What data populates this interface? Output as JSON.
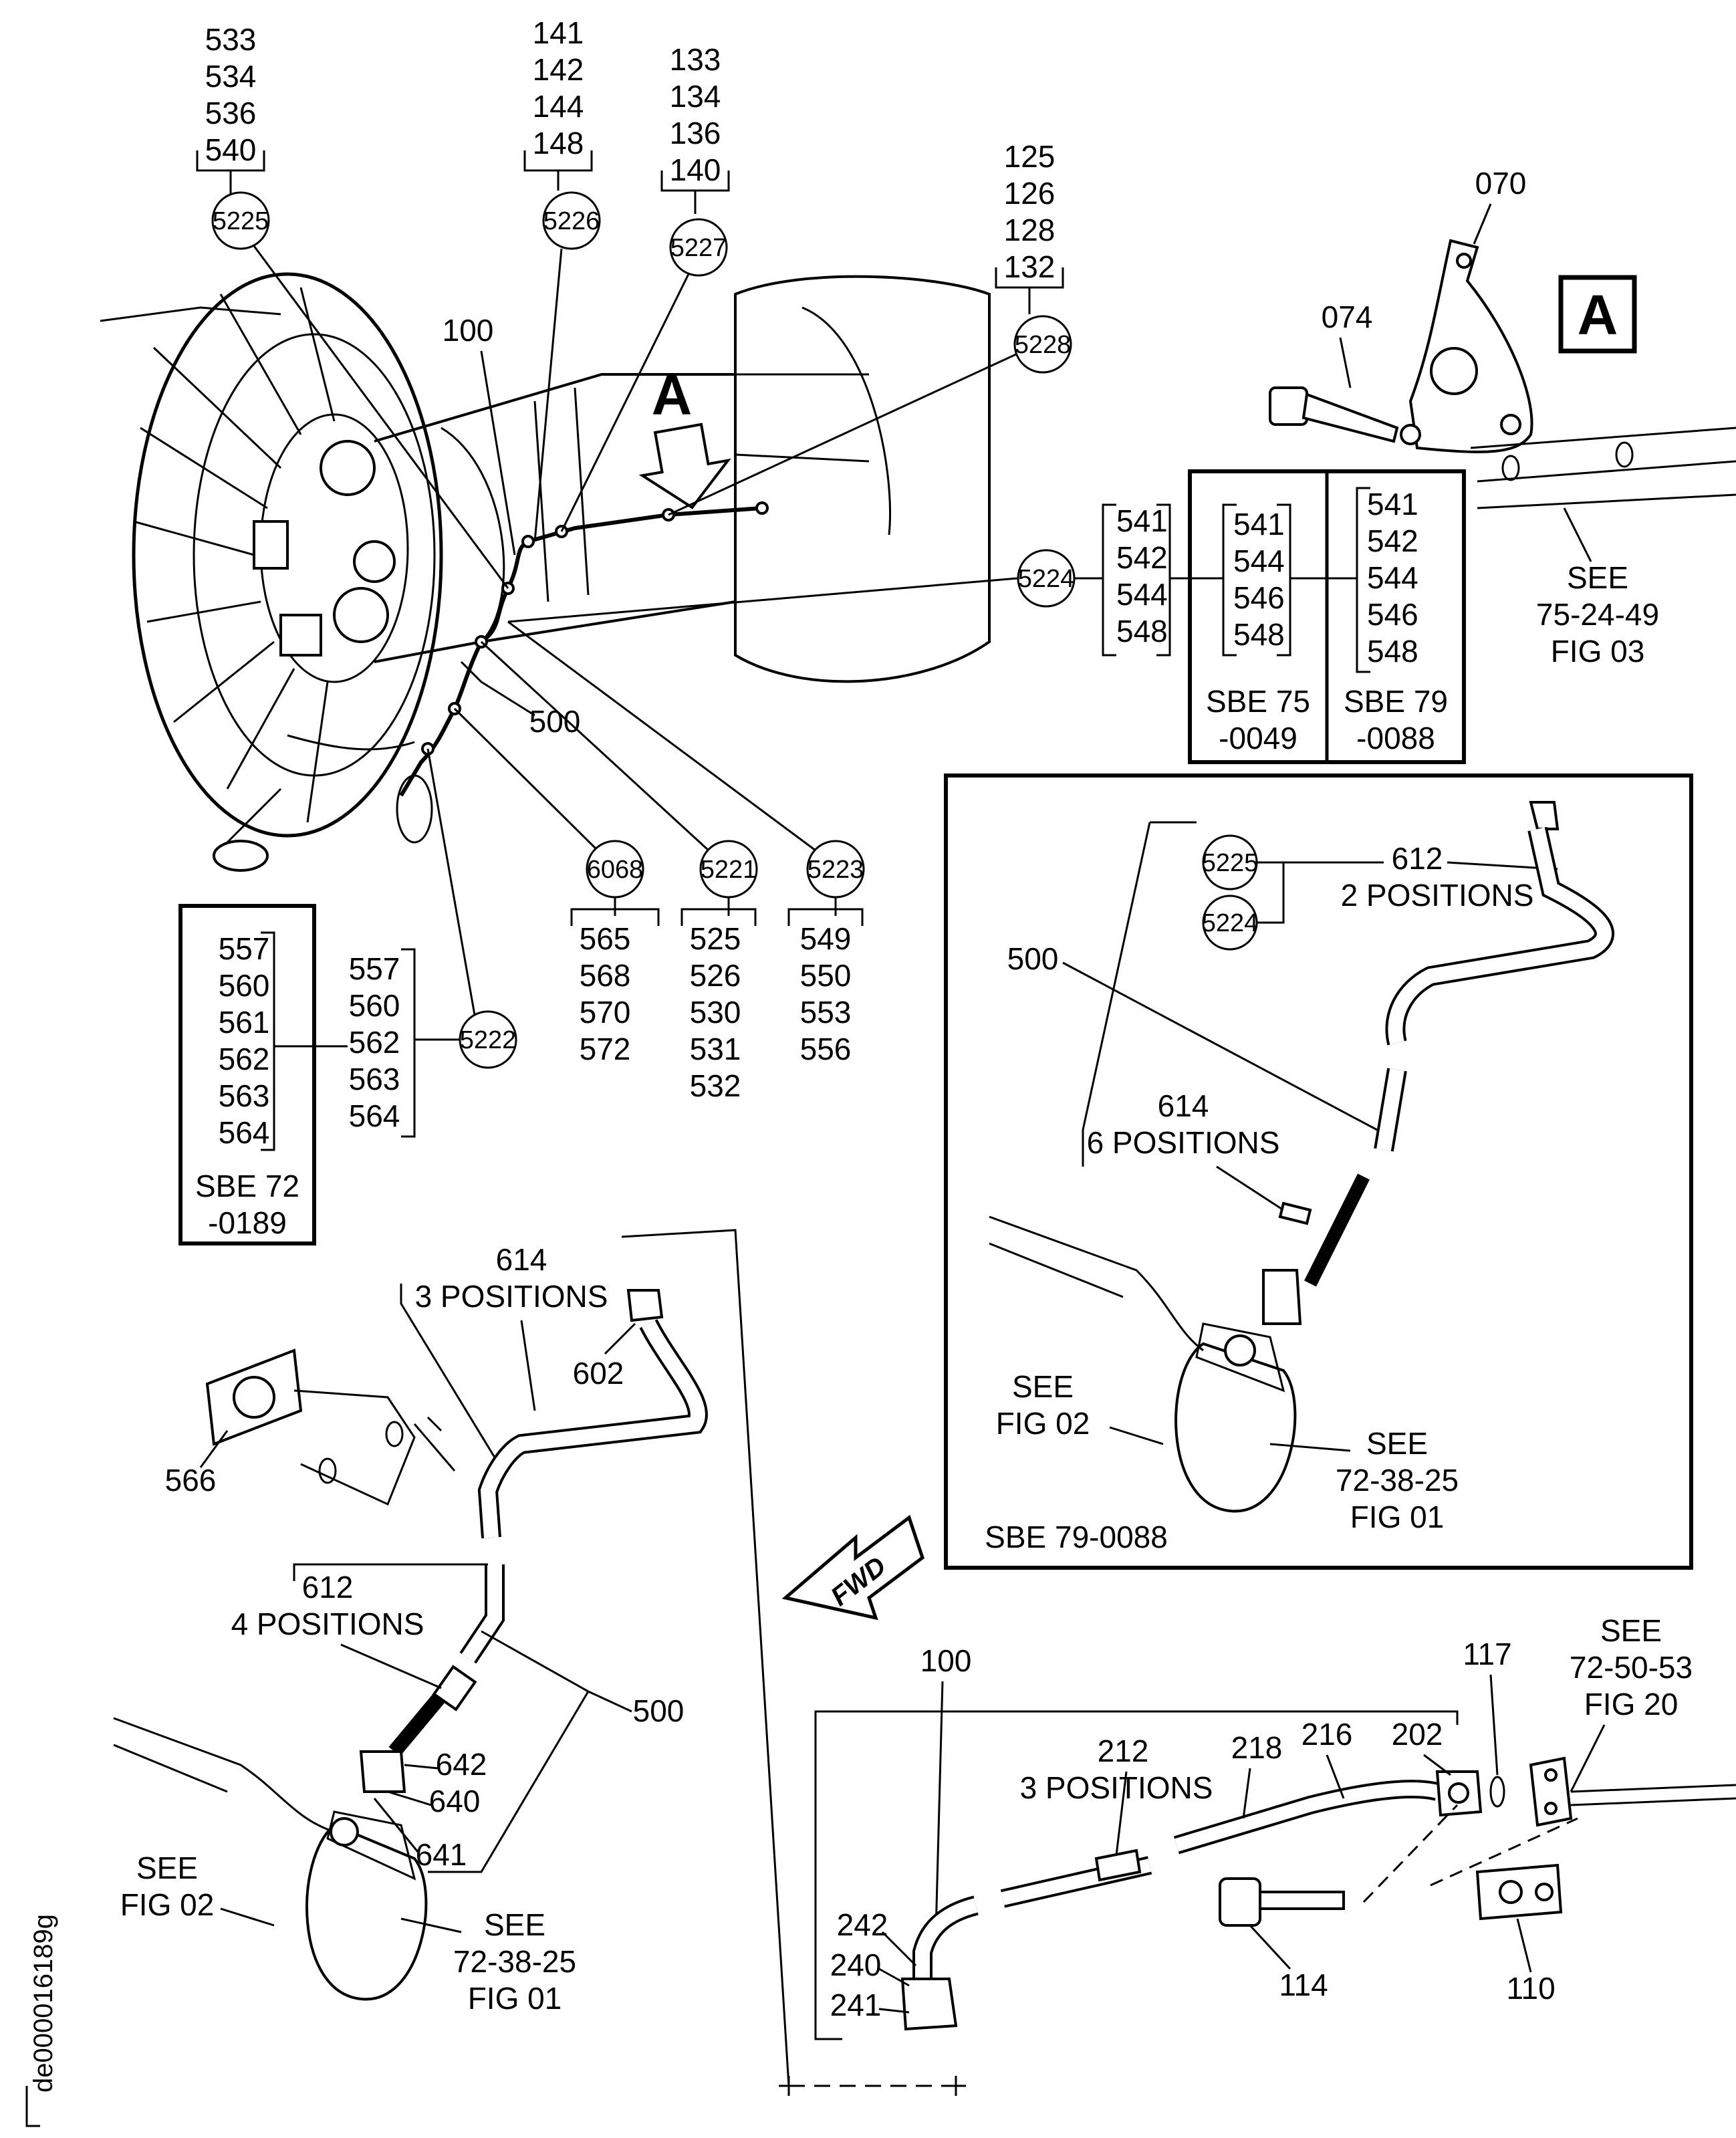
{
  "figure_id": "de000016189g",
  "view_marker": "A",
  "fwd_label": "FWD",
  "callouts": [
    {
      "id": "5225",
      "items": [
        "533",
        "534",
        "536",
        "540"
      ]
    },
    {
      "id": "5226",
      "items": [
        "141",
        "142",
        "144",
        "148"
      ]
    },
    {
      "id": "5227",
      "items": [
        "133",
        "134",
        "136",
        "140"
      ]
    },
    {
      "id": "5228",
      "items": [
        "125",
        "126",
        "128",
        "132"
      ]
    },
    {
      "id": "5224",
      "items": [
        "541",
        "542",
        "544",
        "548"
      ]
    },
    {
      "id": "6068",
      "items": [
        "565",
        "568",
        "570",
        "572"
      ]
    },
    {
      "id": "5221",
      "items": [
        "525",
        "526",
        "530",
        "531",
        "532"
      ]
    },
    {
      "id": "5223",
      "items": [
        "549",
        "550",
        "553",
        "556"
      ]
    },
    {
      "id": "5222",
      "items": [
        "557",
        "560",
        "562",
        "563",
        "564"
      ]
    }
  ],
  "sbe_boxes": [
    {
      "items": [
        "541",
        "544",
        "546",
        "548"
      ],
      "label1": "SBE 75",
      "label2": "-0049"
    },
    {
      "items": [
        "541",
        "542",
        "544",
        "546",
        "548"
      ],
      "label1": "SBE 79",
      "label2": "-0088"
    },
    {
      "items": [
        "557",
        "560",
        "561",
        "562",
        "563",
        "564"
      ],
      "label1": "SBE 72",
      "label2": "-0189"
    }
  ],
  "labels": {
    "p100": "100",
    "p500": "500",
    "p070": "070",
    "p074": "074",
    "see_a": [
      "SEE",
      "75-24-49",
      "FIG 03"
    ],
    "p614_a": "614",
    "p614_a_pos": "3 POSITIONS",
    "p602": "602",
    "p566": "566",
    "p612_a": "612",
    "p612_a_pos": "4 POSITIONS",
    "p500_b": "500",
    "p642": "642",
    "p640": "640",
    "p641": "641",
    "see_fig02_a": [
      "SEE",
      "FIG 02"
    ],
    "see_72_a": [
      "SEE",
      "72-38-25",
      "FIG 01"
    ],
    "inset_5225": "5225",
    "inset_5224": "5224",
    "inset_612": "612",
    "inset_612_pos": "2 POSITIONS",
    "inset_500": "500",
    "inset_614": "614",
    "inset_614_pos": "6 POSITIONS",
    "inset_see_fig02": [
      "SEE",
      "FIG 02"
    ],
    "inset_see_72": [
      "SEE",
      "72-38-25",
      "FIG 01"
    ],
    "inset_sbe": "SBE 79-0088",
    "p100_b": "100",
    "p212": "212",
    "p212_pos": "3 POSITIONS",
    "p218": "218",
    "p216": "216",
    "p202": "202",
    "p117": "117",
    "see_72_50": [
      "SEE",
      "72-50-53",
      "FIG 20"
    ],
    "p242": "242",
    "p240": "240",
    "p241": "241",
    "p114": "114",
    "p110": "110"
  },
  "colors": {
    "line": "#000000",
    "background": "#ffffff"
  }
}
